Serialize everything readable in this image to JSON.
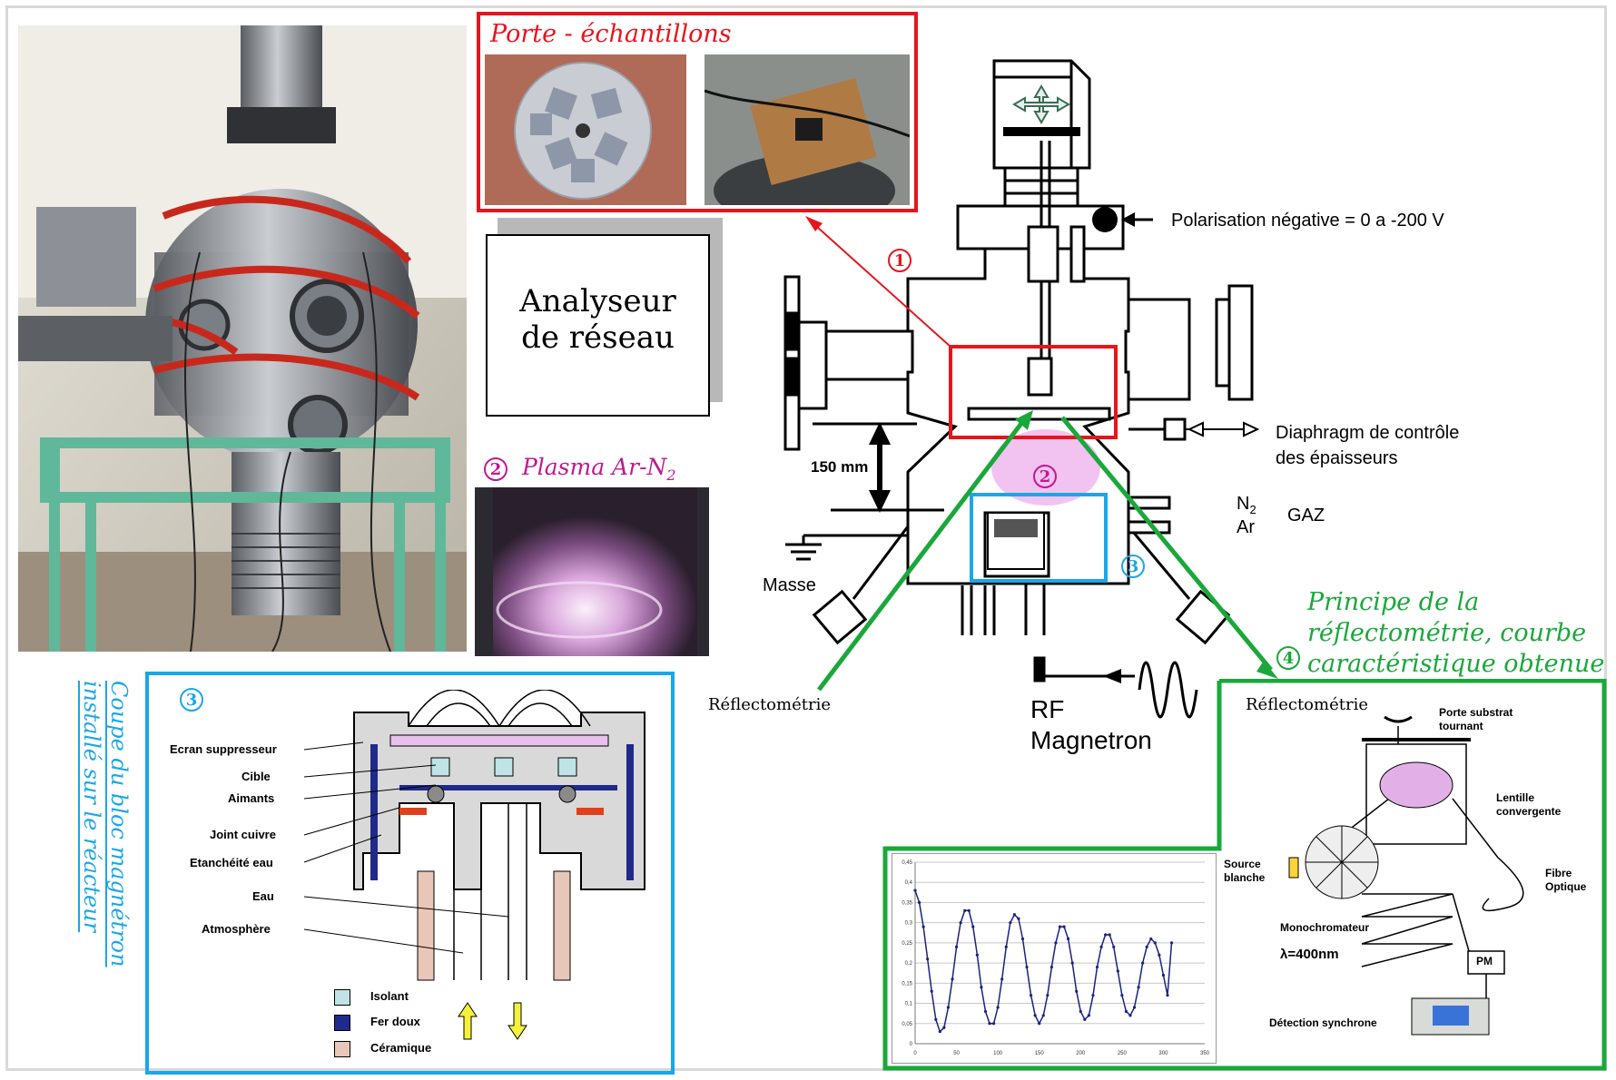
{
  "porte": {
    "title": "Porte - échantillons",
    "marker": "1"
  },
  "plasma": {
    "marker": "2",
    "title_prefix": "Plasma Ar-N",
    "title_sub": "2"
  },
  "analyseur": {
    "line1": "Analyseur",
    "line2": "de réseau"
  },
  "reactor": {
    "polarisation": "Polarisation négative   = 0 a -200 V",
    "diaphragm_line1": "Diaphragm de contrôle",
    "diaphragm_line2": "des épaisseurs",
    "distance": "150 mm",
    "gas_n2": "N",
    "gas_n2_sub": "2",
    "gas_ar": "Ar",
    "gaz": "GAZ",
    "masse": "Masse",
    "reflecto_left": "Réflectométrie",
    "rf_line1": "RF",
    "rf_line2": "Magnetron",
    "marker2": "2",
    "marker3": "3",
    "marker4": "4"
  },
  "principe": {
    "line1": "Principe de la",
    "line2": "réflectométrie, courbe",
    "line3": "caractéristique obtenue"
  },
  "magnetron": {
    "vertical_line1": "Coupe du bloc magnétron",
    "vertical_line2": "installé sur le réacteur",
    "marker": "3",
    "labels": [
      "Ecran suppresseur",
      "Cible",
      "Aimants",
      "Joint cuivre",
      "Etanchéité eau",
      "Eau",
      "Atmosphère"
    ],
    "legend": [
      "Isolant",
      "Fer doux",
      "Céramique"
    ],
    "colors": {
      "isolant": "#bfe3e6",
      "ferdoux": "#1f2a8a",
      "ceramique": "#e8c6b8",
      "blue_frame": "#1aa7e6"
    }
  },
  "reflecto_setup": {
    "title": "Réflectométrie",
    "porte_substrat": "Porte substrat",
    "tournant": "tournant",
    "lentille": "Lentille",
    "convergente": "convergente",
    "source": "Source",
    "blanche": "blanche",
    "fibre": "Fibre",
    "optique": "Optique",
    "monochromateur": "Monochromateur",
    "lambda": "λ=400nm",
    "pm": "PM",
    "detection": "Détection synchrone"
  },
  "chart_data": {
    "type": "line",
    "x": [
      0,
      5,
      10,
      15,
      20,
      25,
      30,
      35,
      40,
      45,
      50,
      55,
      60,
      65,
      70,
      75,
      80,
      85,
      90,
      95,
      100,
      105,
      110,
      115,
      120,
      125,
      130,
      135,
      140,
      145,
      150,
      155,
      160,
      165,
      170,
      175,
      180,
      185,
      190,
      195,
      200,
      205,
      210,
      215,
      220,
      225,
      230,
      235,
      240,
      245,
      250,
      255,
      260,
      265,
      270,
      275,
      280,
      285,
      290,
      295,
      300,
      305,
      310
    ],
    "values": [
      0.38,
      0.35,
      0.29,
      0.21,
      0.13,
      0.06,
      0.03,
      0.04,
      0.09,
      0.16,
      0.24,
      0.3,
      0.33,
      0.33,
      0.29,
      0.22,
      0.14,
      0.08,
      0.05,
      0.05,
      0.09,
      0.16,
      0.24,
      0.3,
      0.32,
      0.31,
      0.26,
      0.19,
      0.12,
      0.07,
      0.05,
      0.07,
      0.12,
      0.19,
      0.25,
      0.29,
      0.29,
      0.26,
      0.2,
      0.13,
      0.08,
      0.06,
      0.07,
      0.12,
      0.19,
      0.24,
      0.27,
      0.27,
      0.24,
      0.18,
      0.12,
      0.08,
      0.07,
      0.09,
      0.14,
      0.2,
      0.24,
      0.26,
      0.25,
      0.22,
      0.17,
      0.12,
      0.25
    ],
    "xlim": [
      0,
      350
    ],
    "ylim": [
      0,
      0.45
    ],
    "xticks": [
      "0",
      "50",
      "100",
      "150",
      "200",
      "250",
      "300",
      "350"
    ],
    "yticks": [
      "0",
      "0,05",
      "0,1",
      "0,15",
      "0,2",
      "0,25",
      "0,3",
      "0,35",
      "0,4",
      "0,45"
    ],
    "grid": true,
    "color": "#1a237e"
  },
  "colors": {
    "red": "#e8141c",
    "green": "#1aa83a",
    "blue": "#1aa7e6",
    "magenta": "#c2188f"
  }
}
